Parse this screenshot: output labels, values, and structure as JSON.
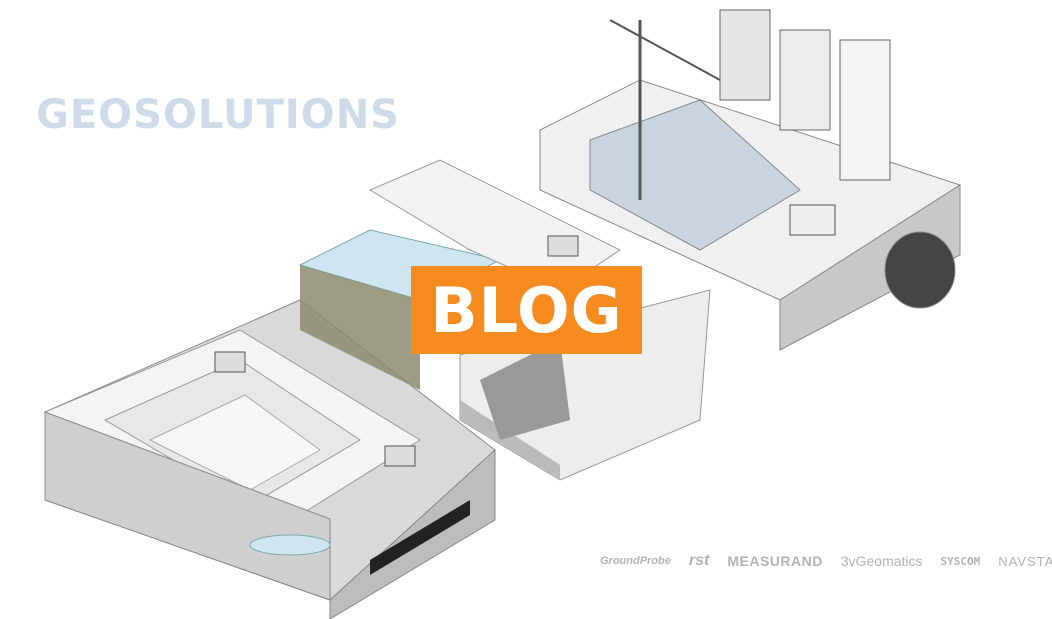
{
  "title": "GEOSOLUTIONS",
  "badge": "BLOG",
  "logos": [
    "GroundProbe",
    "rst",
    "MEASURAND",
    "3vGeomatics",
    "SYSCOM",
    "NAVSTAR"
  ],
  "colors": {
    "accent": "#f58a1f",
    "title": "#cfdbe8",
    "water": "#cfe6f0",
    "blue_icons": "#3c78d8"
  }
}
